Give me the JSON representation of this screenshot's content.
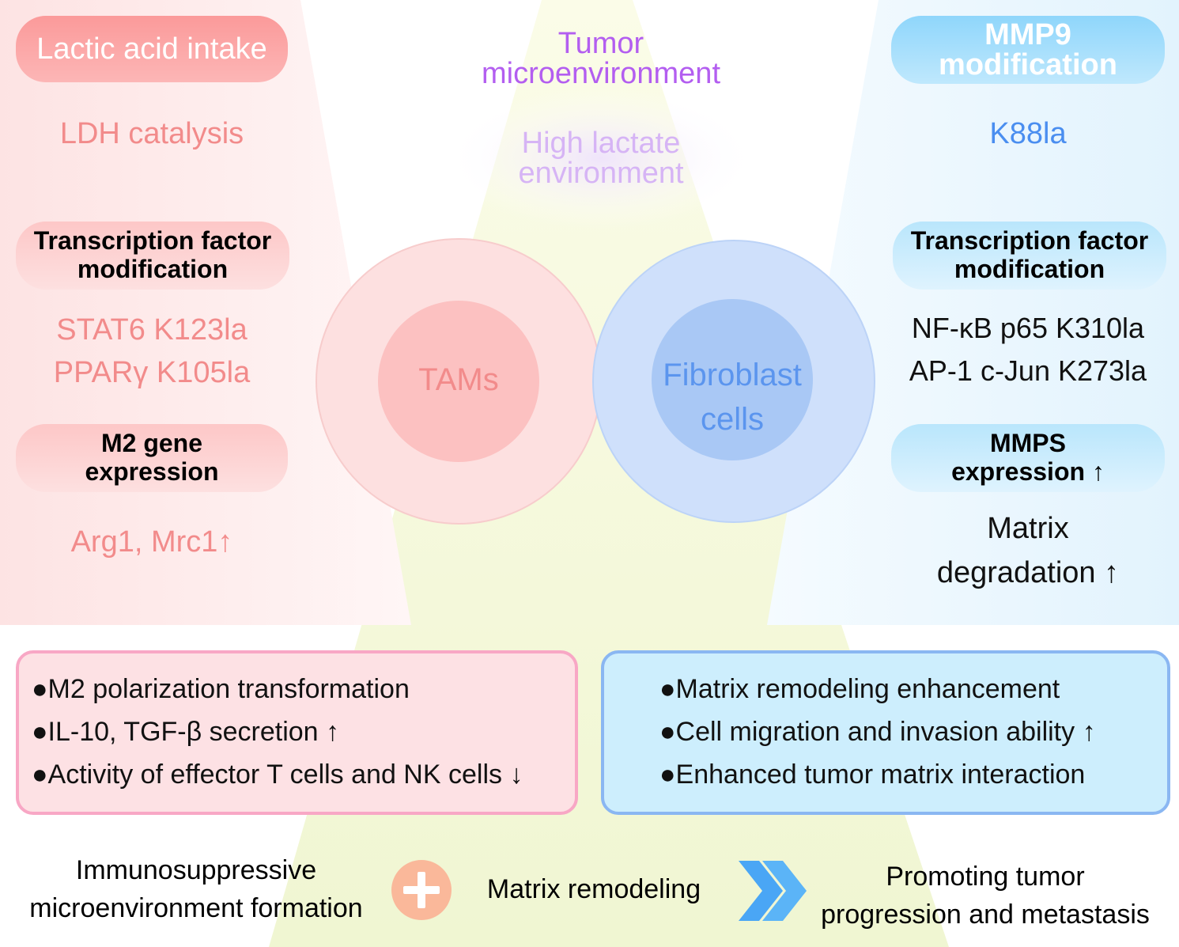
{
  "top": {
    "title": "Tumor\nmicroenvironment",
    "subtitle": "High lactate\nenvironment"
  },
  "left": {
    "head": "Lactic acid intake",
    "step1": "LDH catalysis",
    "tf_head": "Transcription factor\nmodification",
    "tf_items": [
      "STAT6 K123la",
      "PPARγ K105la"
    ],
    "gene_head": "M2 gene\nexpression",
    "gene_items": "Arg1, Mrc1↑"
  },
  "right": {
    "head": "MMP9\nmodification",
    "step1": "K88la",
    "tf_head": "Transcription factor\nmodification",
    "tf_items": [
      "NF-κB p65 K310la",
      "AP-1 c-Jun K273la"
    ],
    "mmps_head": "MMPS\nexpression ↑",
    "mmps_items": "Matrix\ndegradation ↑"
  },
  "cells": {
    "left": "TAMs",
    "right": "Fibroblast\ncells"
  },
  "boxes": {
    "left": [
      "●M2 polarization transformation",
      "●IL-10, TGF-β secretion ↑",
      "●Activity of effector T cells and NK cells ↓"
    ],
    "right": [
      "●Matrix remodeling enhancement",
      "●Cell migration and invasion ability ↑",
      "●Enhanced tumor matrix interaction"
    ]
  },
  "footer": {
    "left": "Immunosuppressive\nmicroenvironment formation",
    "plus_icon": "plus-icon",
    "middle": "Matrix remodeling",
    "arrow_icon": "double-chevron-right-icon",
    "right": "Promoting tumor\nprogression and metastasis"
  },
  "colors": {
    "red": "#f28b8b",
    "blue": "#4a8ef0",
    "purple": "#b35ef0",
    "cone": "#f4f8d6"
  }
}
